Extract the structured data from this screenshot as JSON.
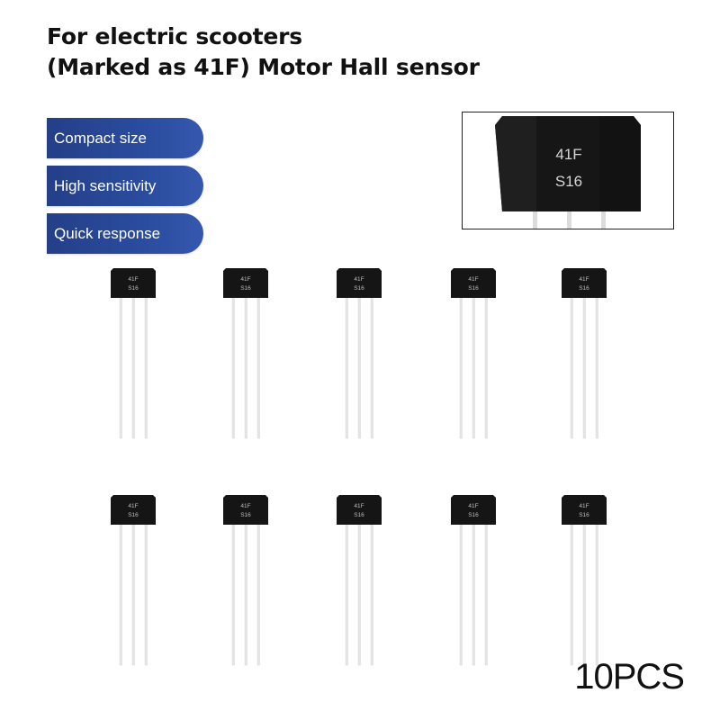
{
  "title": {
    "line1": "For electric scooters",
    "line2": "(Marked as 41F) Motor Hall sensor"
  },
  "features": [
    {
      "label": "Compact size"
    },
    {
      "label": "High sensitivity"
    },
    {
      "label": "Quick response"
    }
  ],
  "marking": {
    "line1": "41F",
    "line2": "S16"
  },
  "quantity": "10PCS",
  "colors": {
    "tag_blue": "#2a4c9e",
    "sensor_body": "#1a1a1a",
    "lead": "#e2e2e2"
  }
}
